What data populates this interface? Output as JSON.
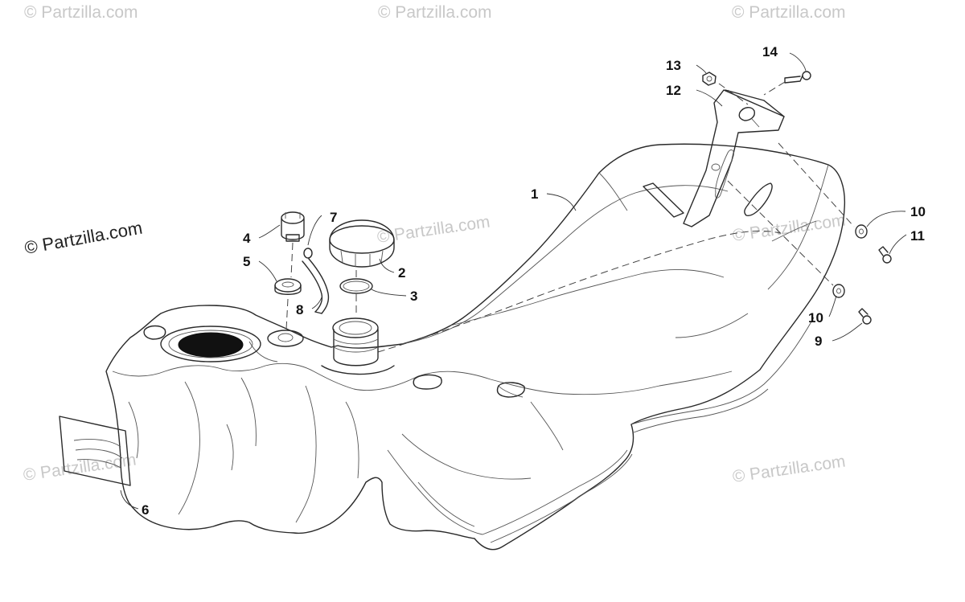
{
  "watermark": {
    "light": "© Partzilla.com",
    "dark": "© Partzilla.com"
  },
  "callouts": [
    {
      "id": "c1",
      "label": "1"
    },
    {
      "id": "c2",
      "label": "2"
    },
    {
      "id": "c3",
      "label": "3"
    },
    {
      "id": "c4",
      "label": "4"
    },
    {
      "id": "c5",
      "label": "5"
    },
    {
      "id": "c6",
      "label": "6"
    },
    {
      "id": "c7",
      "label": "7"
    },
    {
      "id": "c8",
      "label": "8"
    },
    {
      "id": "c9",
      "label": "9"
    },
    {
      "id": "c10a",
      "label": "10"
    },
    {
      "id": "c10b",
      "label": "10"
    },
    {
      "id": "c11",
      "label": "11"
    },
    {
      "id": "c12",
      "label": "12"
    },
    {
      "id": "c13",
      "label": "13"
    },
    {
      "id": "c14",
      "label": "14"
    }
  ]
}
